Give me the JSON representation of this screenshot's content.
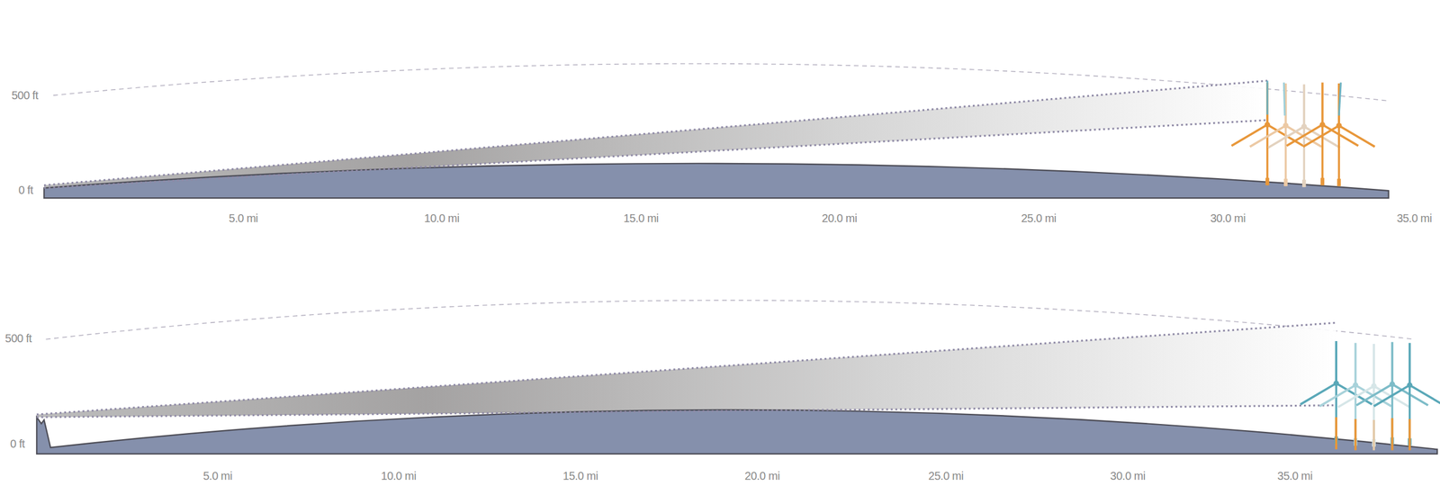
{
  "diagram": {
    "labels": [
      "500 ft",
      "0 ft",
      "5.0 mi",
      "10.0 mi",
      "15.0 mi",
      "20.0 mi",
      "25.0 mi",
      "30.0 mi",
      "35.0 mi",
      "500 ft",
      "0 ft",
      "5.0 mi",
      "10.0 mi",
      "15.0 mi",
      "20.0 mi",
      "25.0 mi",
      "30.0 mi",
      "35.0 mi"
    ]
  }
}
